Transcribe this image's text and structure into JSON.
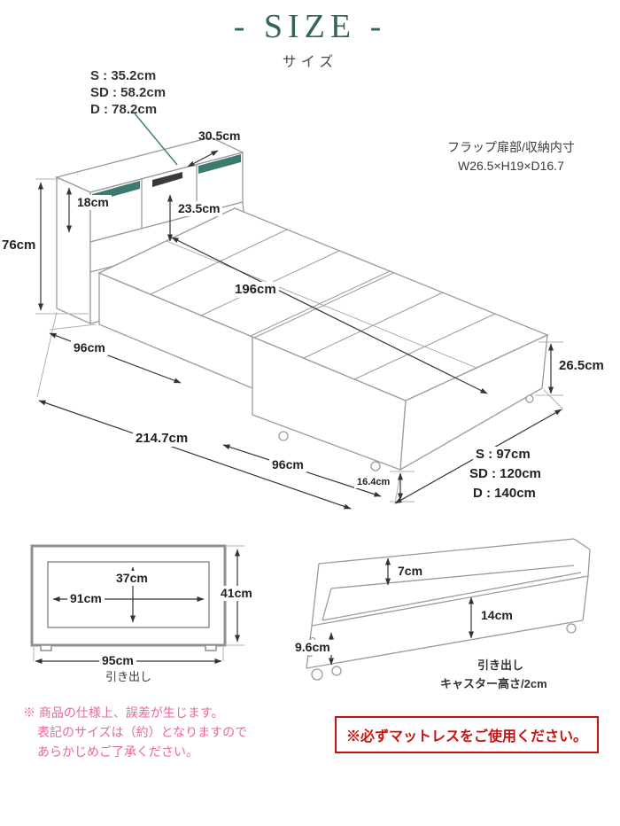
{
  "header": {
    "title": "- SIZE -",
    "subtitle": "サイズ"
  },
  "headboard": {
    "depth_s": "S : 35.2cm",
    "depth_sd": "SD : 58.2cm",
    "depth_d": "D : 78.2cm",
    "top_depth": "30.5cm",
    "door_height": "18cm",
    "shelf_height": "23.5cm",
    "height": "76cm",
    "flap_note_line1": "フラップ扉部/収納内寸",
    "flap_note_line2": "W26.5×H19×D16.7"
  },
  "bed": {
    "inner_length": "196cm",
    "section_head": "96cm",
    "section_foot": "96cm",
    "total_length": "214.7cm",
    "frame_height": "26.5cm",
    "clearance": "16.4cm",
    "width_s": "S : 97cm",
    "width_sd": "SD : 120cm",
    "width_d": "D : 140cm"
  },
  "drawer_front": {
    "inner_height": "37cm",
    "inner_width": "91cm",
    "height": "41cm",
    "width": "95cm",
    "caption": "引き出し"
  },
  "drawer_side": {
    "rim_height": "7cm",
    "front_height": "14cm",
    "bracket_height": "9.6cm",
    "caption": "引き出し",
    "caster_note": "キャスター高さ/2cm"
  },
  "notes": {
    "line1": "※ 商品の仕様上、誤差が生じます。",
    "line2": "表記のサイズは（約）となりますので",
    "line3": "あらかじめご了承ください。"
  },
  "warning": {
    "text": "※必ずマットレスをご使用ください。"
  },
  "colors": {
    "accent_teal": "#336659",
    "note_pink": "#e9679f",
    "warning_red": "#cc1111",
    "line_gray": "#9b9b9b",
    "dim_dark": "#333333"
  }
}
